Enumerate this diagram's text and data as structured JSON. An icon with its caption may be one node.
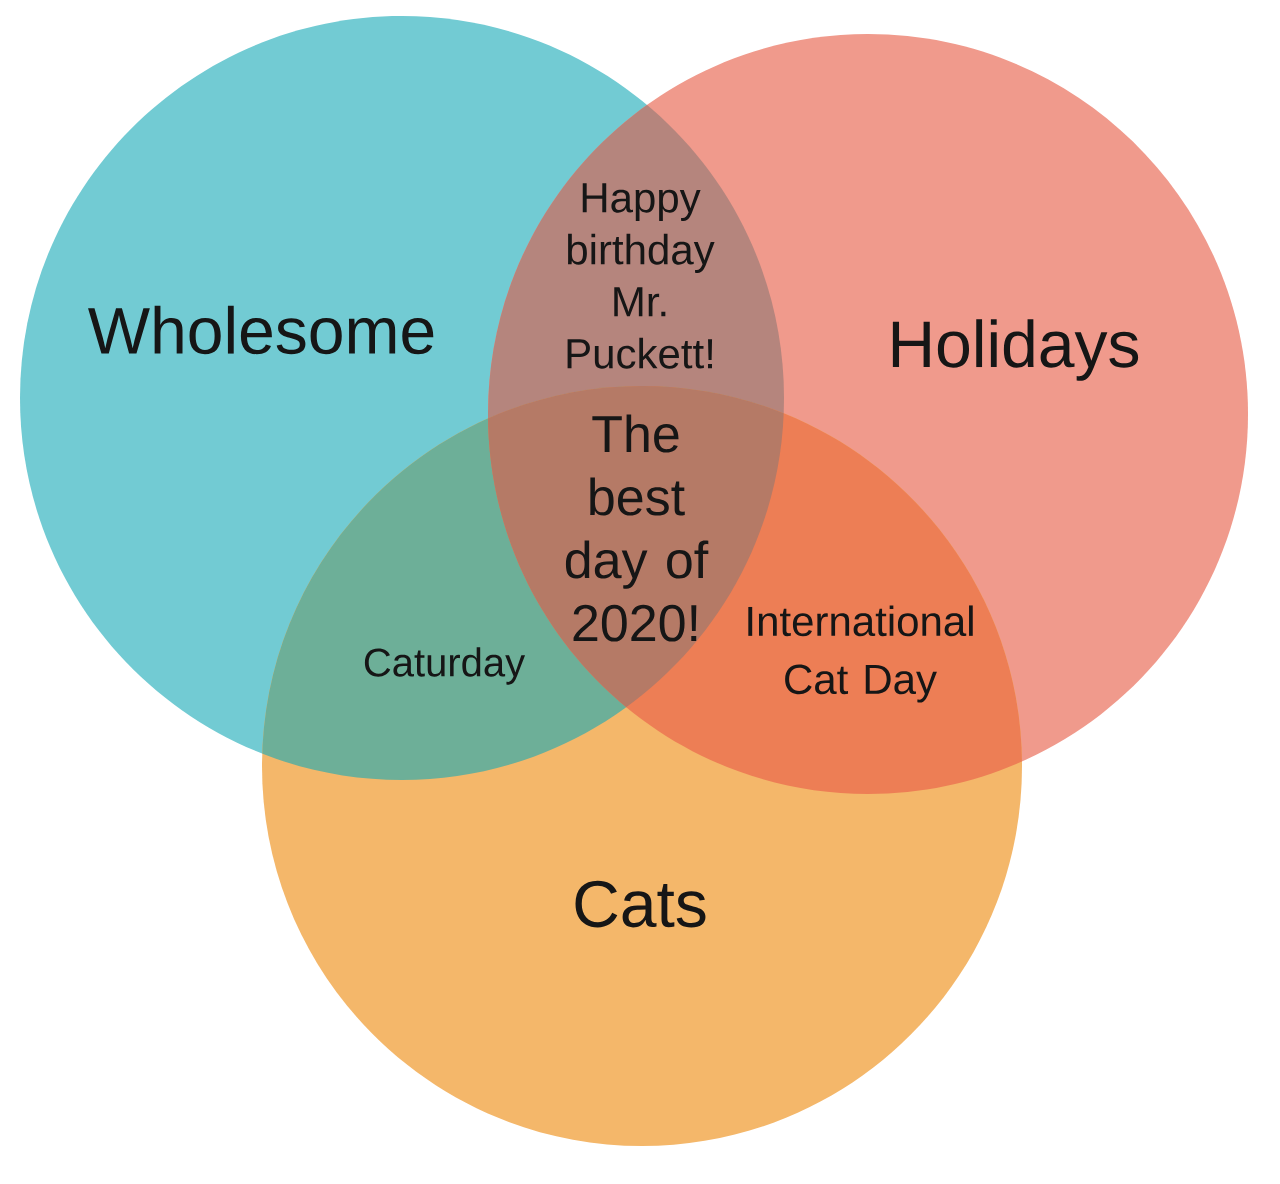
{
  "diagram": {
    "nodes": [
      {
        "text": [
          "Wholesome"
        ]
      },
      {
        "text": [
          "Holidays"
        ]
      },
      {
        "text": [
          "Cats"
        ]
      }
    ],
    "labels": [
      "Happy birthday Mr. Puckett!",
      "The best day of 2020!",
      "Caturday",
      "International Cat Day"
    ]
  }
}
